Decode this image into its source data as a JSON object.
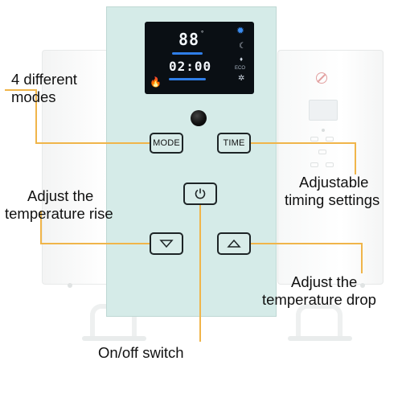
{
  "display": {
    "temperature": "88",
    "time": "02:00",
    "mode_icons": [
      "sun-icon",
      "moon-icon",
      "eco-icon",
      "snowflake-icon"
    ],
    "eco_label": "ECO"
  },
  "buttons": {
    "mode_label": "MODE",
    "time_label": "TIME"
  },
  "callouts": {
    "modes": [
      "4 different",
      "modes"
    ],
    "rise": [
      "Adjust the",
      "temperature rise"
    ],
    "timing": [
      "Adjustable",
      "timing settings"
    ],
    "drop": [
      "Adjust the",
      "temperature drop"
    ],
    "power": "On/off switch"
  },
  "colors": {
    "panel": "#d5ebe8",
    "lcd": "#0a0f14",
    "lcd_accent": "#2f7ee8",
    "leader_line": "#f0b54a"
  }
}
